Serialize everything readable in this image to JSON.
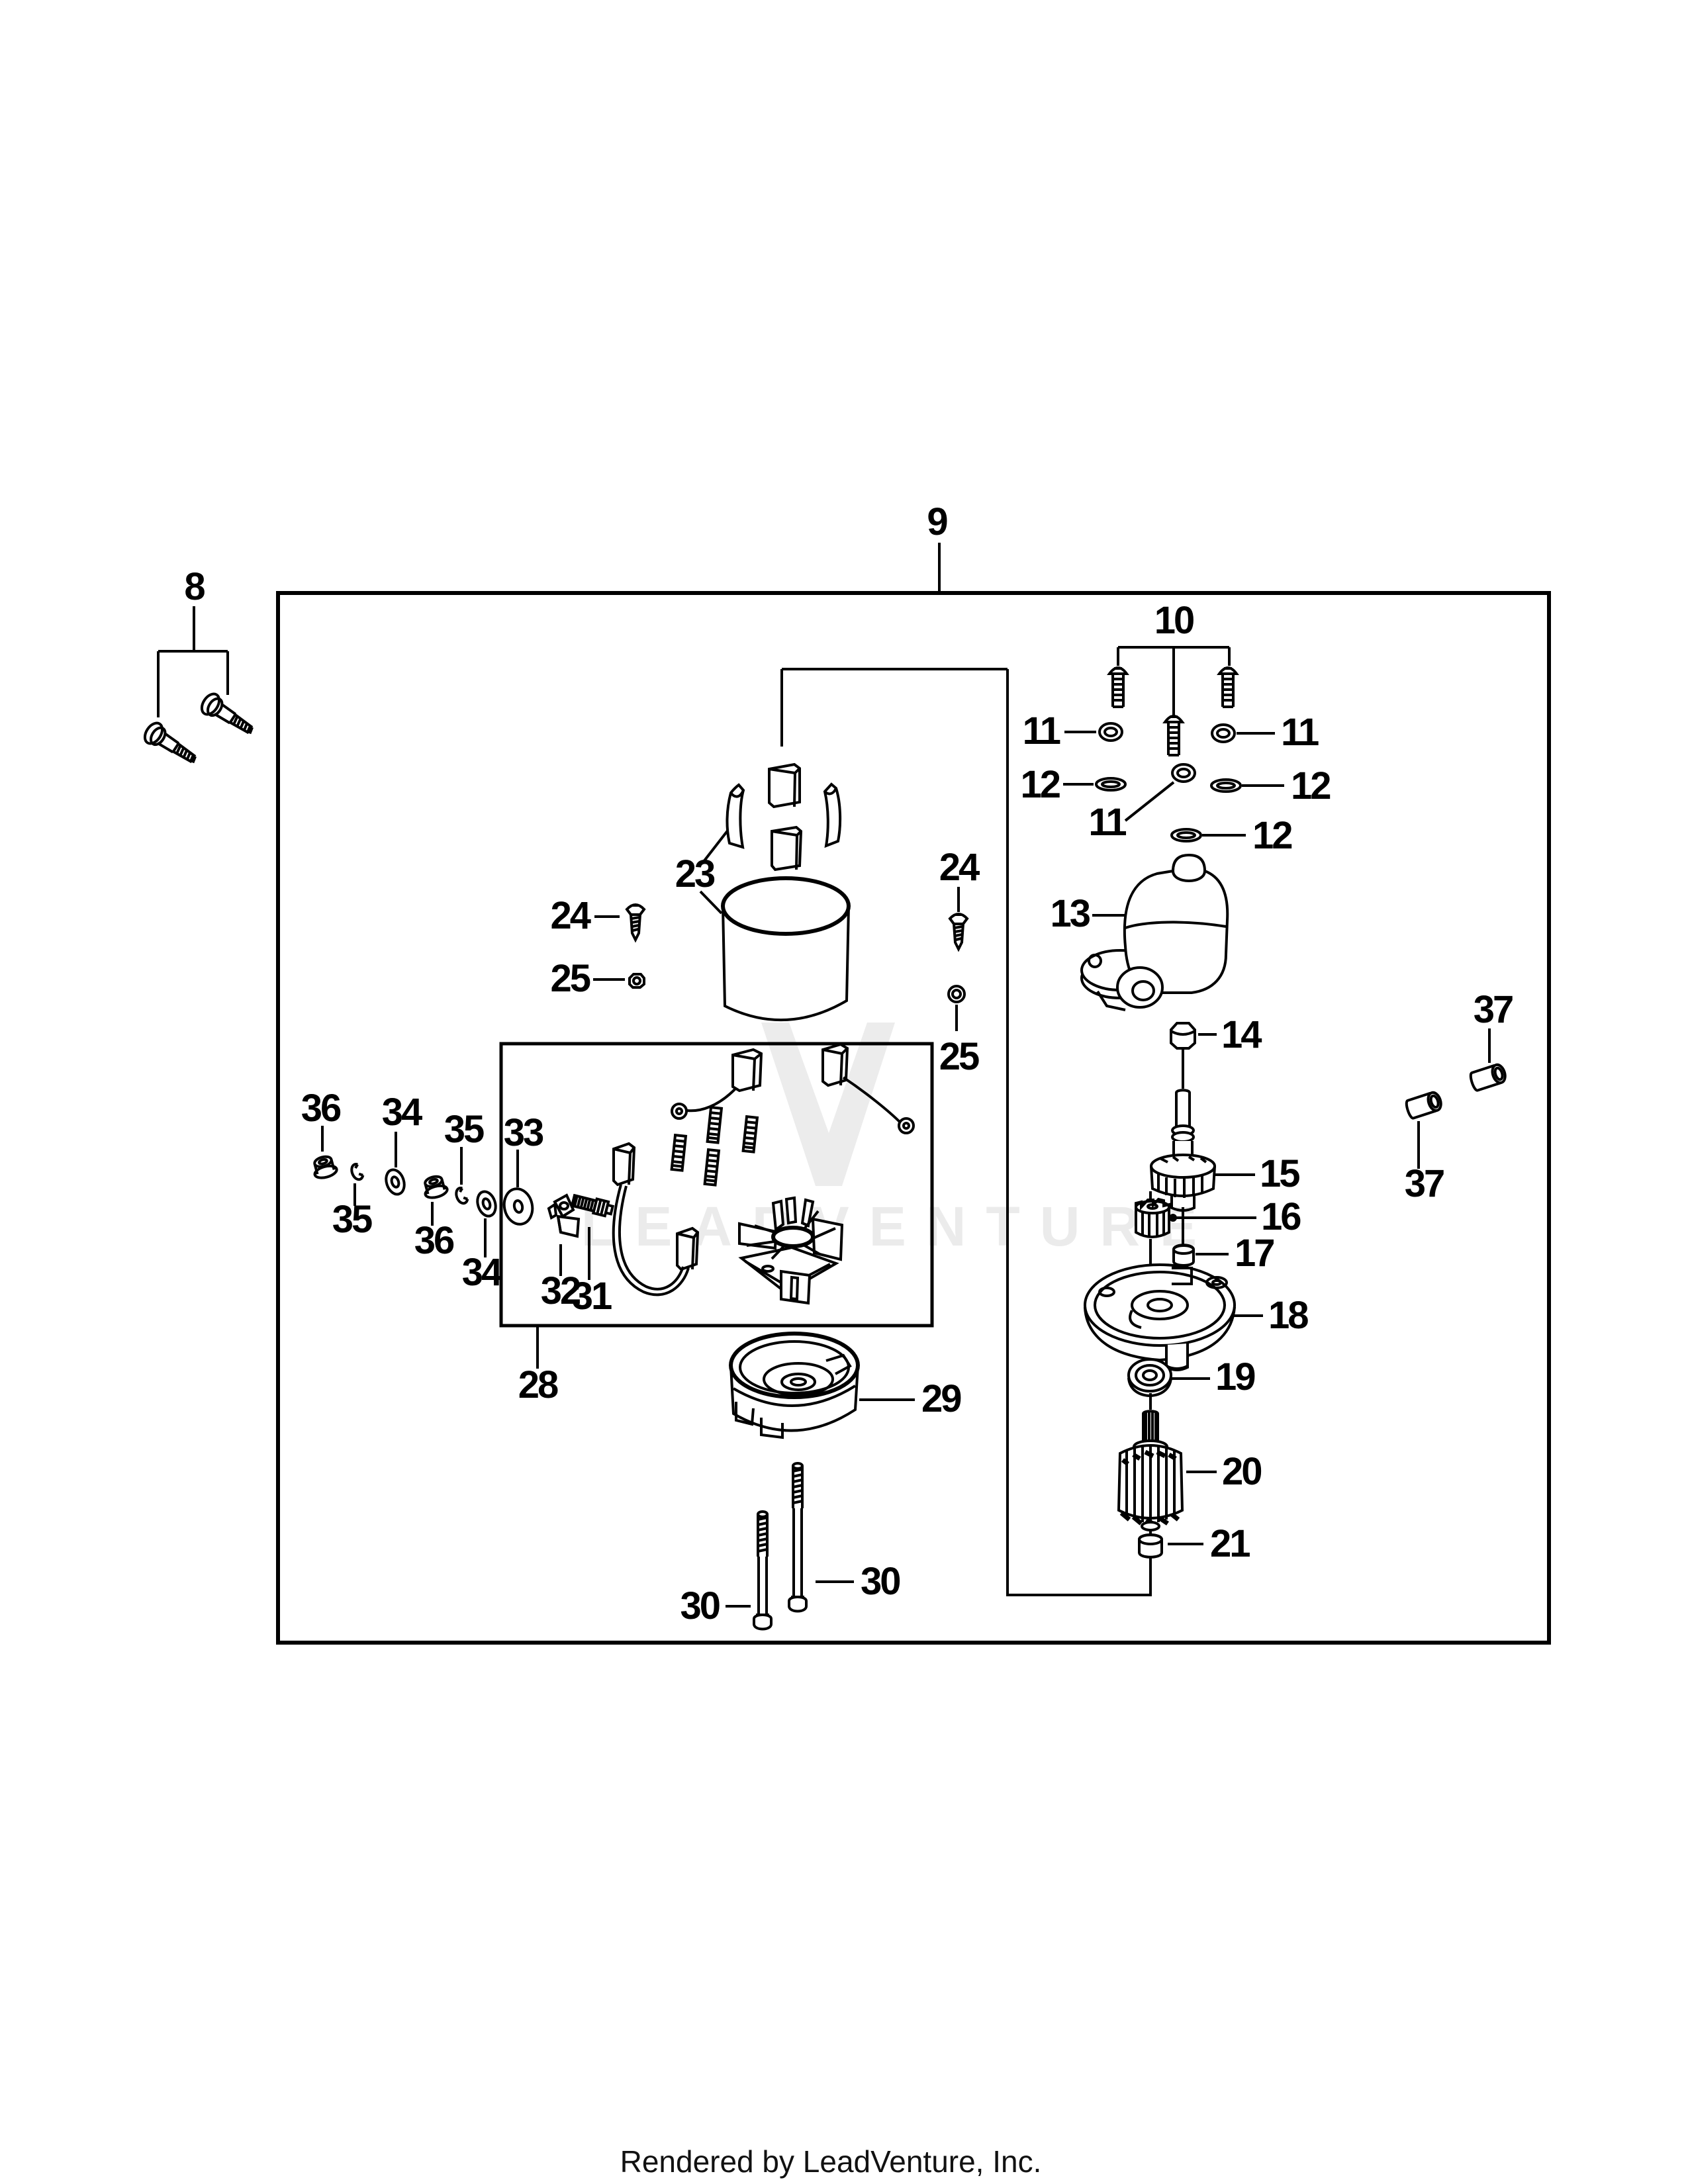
{
  "page": {
    "footer": "Rendered by LeadVenture, Inc.",
    "watermark": "LEADVENTURE",
    "background_color": "#ffffff",
    "line_color": "#000000",
    "watermark_color": "#ebebeb"
  },
  "diagram": {
    "type": "exploded-parts-diagram",
    "subject": "electric starter motor assembly",
    "callouts": [
      "8",
      "9",
      "10",
      "11",
      "11",
      "12",
      "12",
      "11",
      "12",
      "13",
      "24",
      "25",
      "23",
      "24",
      "25",
      "14",
      "37",
      "15",
      "16",
      "17",
      "37",
      "36",
      "34",
      "35",
      "36",
      "35",
      "34",
      "33",
      "32",
      "31",
      "28",
      "29",
      "18",
      "19",
      "20",
      "21",
      "30",
      "30"
    ]
  }
}
